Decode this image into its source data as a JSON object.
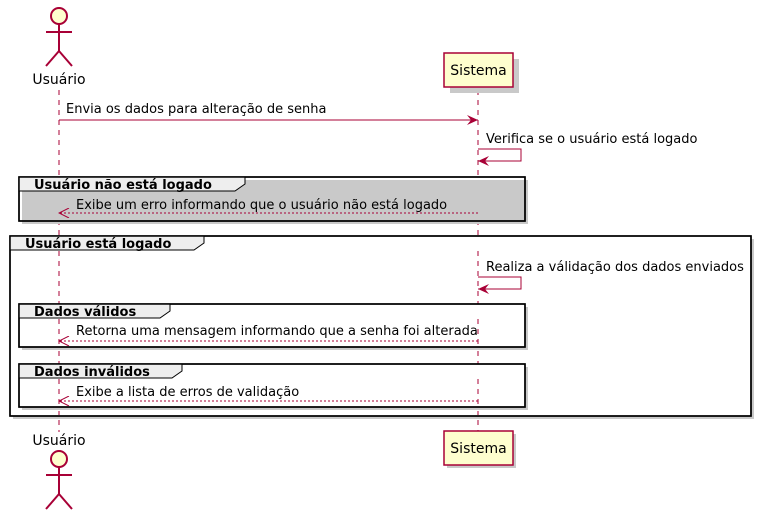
{
  "participants": {
    "actor": "Usuário",
    "system": "Sistema"
  },
  "messages": {
    "send_data": "Envia os dados para alteração de senha",
    "check_logged": "Verifica se o usuário está logado",
    "error_not_logged": "Exibe um erro informando que o usuário não está logado",
    "validate_data": "Realiza a válidação dos dados enviados",
    "password_changed": "Retorna uma mensagem informando que a senha foi alterada",
    "validation_errors": "Exibe a lista de erros de validação"
  },
  "frames": {
    "not_logged": "Usuário não está logado",
    "logged": "Usuário está logado",
    "valid_data": "Dados válidos",
    "invalid_data": "Dados inválidos"
  },
  "colors": {
    "arrow": "#A80036",
    "participant_fill": "#FEFECE",
    "participant_border": "#A80036",
    "frame_tab": "#EEEEEE",
    "shadow": "#C9C9C9"
  }
}
